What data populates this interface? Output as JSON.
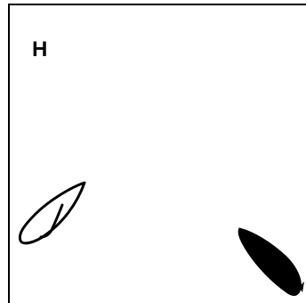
{
  "panel": {
    "label": "H"
  },
  "shapes": [
    {
      "name": "outlined-leaf-shape",
      "style": "outline",
      "color": "#000000"
    },
    {
      "name": "filled-leaf-shape",
      "style": "filled",
      "color": "#000000"
    }
  ]
}
